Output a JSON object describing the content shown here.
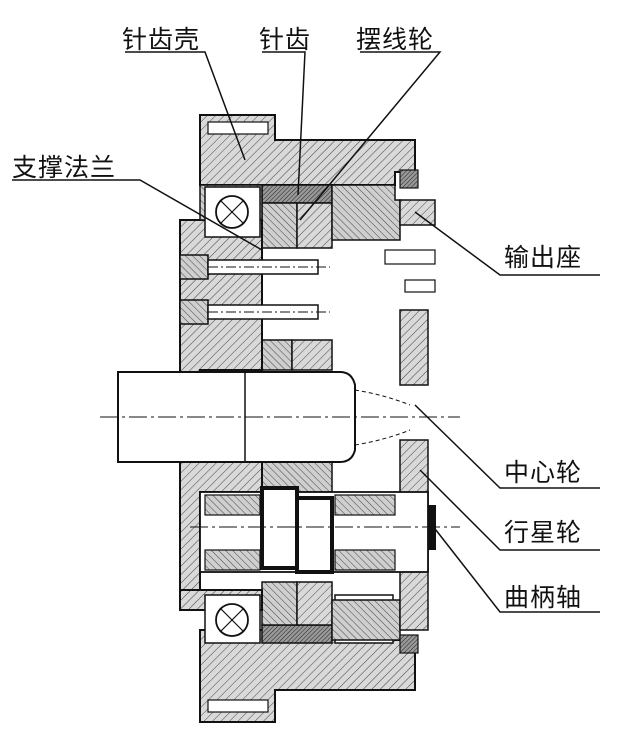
{
  "labels": {
    "pin_gear_housing": "针齿壳",
    "pin_teeth": "针齿",
    "cycloid_wheel": "摆线轮",
    "support_flange": "支撑法兰",
    "output_seat": "输出座",
    "sun_gear": "中心轮",
    "planet_gear": "行星轮",
    "crankshaft": "曲柄轴"
  }
}
